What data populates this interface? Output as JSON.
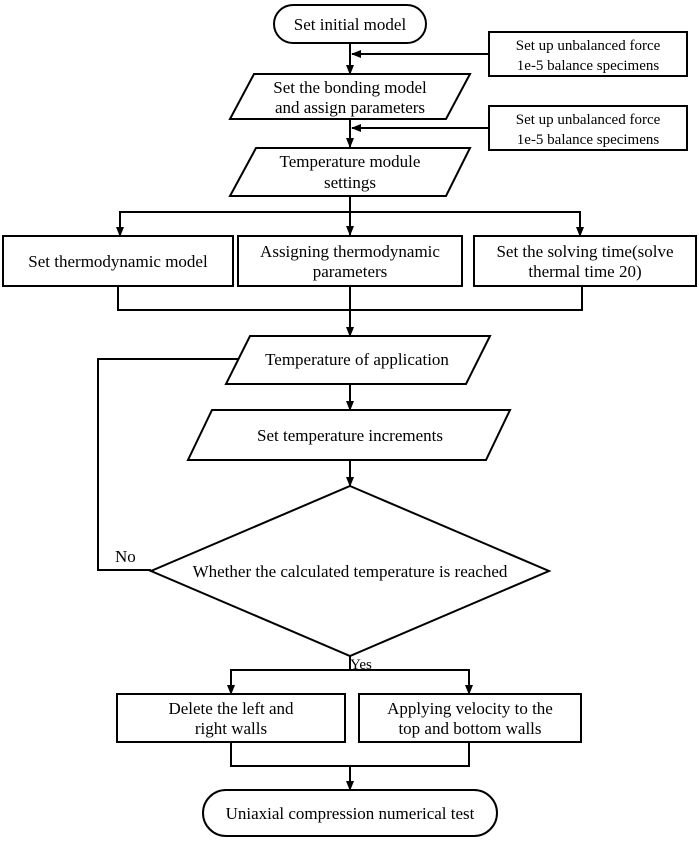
{
  "nodes": {
    "start": "Set initial model",
    "side1": [
      "Set up unbalanced force",
      "1e-5 balance specimens"
    ],
    "bond": [
      "Set the bonding model",
      "and assign parameters"
    ],
    "side2": [
      "Set up unbalanced force",
      "1e-5 balance specimens"
    ],
    "temp_module": [
      "Temperature module",
      "settings"
    ],
    "thermo_model": "Set thermodynamic model",
    "thermo_params": [
      "Assigning thermodynamic",
      "parameters"
    ],
    "solve_time": [
      "Set the solving time(solve",
      "thermal time 20)"
    ],
    "apply_temp": "Temperature of application",
    "increments": "Set temperature increments",
    "decision": "Whether the calculated temperature is reached",
    "no_label": "No",
    "yes_label": "Yes",
    "delete_walls": [
      "Delete the left and",
      "right walls"
    ],
    "velocity": [
      "Applying velocity to the",
      "top and bottom walls"
    ],
    "end": "Uniaxial compression numerical test"
  }
}
